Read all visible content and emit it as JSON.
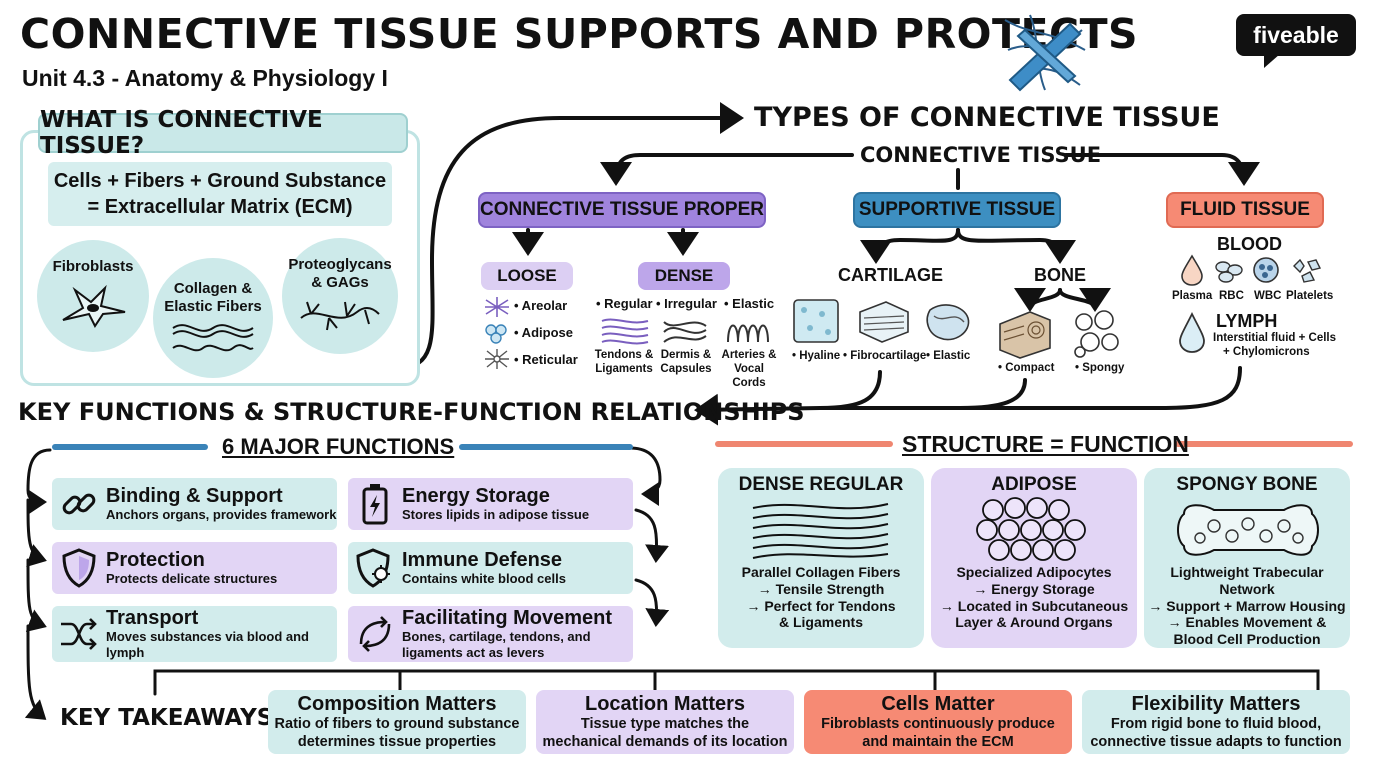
{
  "header": {
    "title": "CONNECTIVE TISSUE SUPPORTS AND PROTECTS",
    "subtitle": "Unit 4.3 - Anatomy & Physiology I",
    "brand": "fiveable"
  },
  "what_is": {
    "heading": "WHAT IS CONNECTIVE TISSUE?",
    "equation_line1": "Cells + Fibers + Ground Substance",
    "equation_line2": "= Extracellular Matrix (ECM)",
    "components": [
      "Fibroblasts",
      "Collagen &\nElastic Fibers",
      "Proteoglycans\n& GAGs"
    ]
  },
  "types": {
    "heading": "TYPES OF CONNECTIVE TISSUE",
    "root": "CONNECTIVE TISSUE",
    "proper": {
      "label": "CONNECTIVE TISSUE PROPER",
      "loose": {
        "label": "LOOSE",
        "items": [
          "• Areolar",
          "• Adipose",
          "• Reticular"
        ]
      },
      "dense": {
        "label": "DENSE",
        "items": [
          {
            "name": "• Regular",
            "example": "Tendons &\nLigaments"
          },
          {
            "name": "• Irregular",
            "example": "Dermis &\nCapsules"
          },
          {
            "name": "• Elastic",
            "example": "Arteries &\nVocal Cords"
          }
        ]
      }
    },
    "supportive": {
      "label": "SUPPORTIVE TISSUE",
      "cartilage": {
        "label": "CARTILAGE",
        "items": [
          "• Hyaline",
          "• Fibrocartilage",
          "• Elastic"
        ]
      },
      "bone": {
        "label": "BONE",
        "items": [
          "• Compact",
          "• Spongy"
        ]
      }
    },
    "fluid": {
      "label": "FLUID TISSUE",
      "blood": {
        "label": "BLOOD",
        "items": [
          "Plasma",
          "RBC",
          "WBC",
          "Platelets"
        ]
      },
      "lymph": {
        "label": "LYMPH",
        "desc_line1": "Interstitial fluid + Cells",
        "desc_line2": "+ Chylomicrons"
      }
    }
  },
  "functions": {
    "heading": "KEY FUNCTIONS & STRUCTURE-FUNCTION RELATIONSHIPS",
    "six_heading": "6 MAJOR FUNCTIONS",
    "items": [
      {
        "title": "Binding & Support",
        "desc": "Anchors organs, provides framework",
        "icon": "chain-link-icon"
      },
      {
        "title": "Energy Storage",
        "desc": "Stores lipids in adipose tissue",
        "icon": "battery-icon"
      },
      {
        "title": "Protection",
        "desc": "Protects delicate structures",
        "icon": "shield-icon"
      },
      {
        "title": "Immune Defense",
        "desc": "Contains white blood cells",
        "icon": "shield-virus-icon"
      },
      {
        "title": "Transport",
        "desc": "Moves substances via blood and lymph",
        "icon": "shuffle-arrows-icon"
      },
      {
        "title": "Facilitating Movement",
        "desc": "Bones, cartilage, tendons, and\nligaments act as levers",
        "icon": "movement-arrows-icon"
      }
    ]
  },
  "structure_function": {
    "heading": "STRUCTURE = FUNCTION",
    "cards": [
      {
        "title": "DENSE REGULAR",
        "lines": [
          "Parallel Collagen Fibers",
          "→ Tensile Strength",
          "→ Perfect for Tendons",
          "& Ligaments"
        ]
      },
      {
        "title": "ADIPOSE",
        "lines": [
          "Specialized Adipocytes",
          "→ Energy Storage",
          "→ Located in Subcutaneous",
          "Layer & Around Organs"
        ]
      },
      {
        "title": "SPONGY BONE",
        "lines": [
          "Lightweight Trabecular Network",
          "→ Support + Marrow Housing",
          "→ Enables Movement &",
          "Blood Cell Production"
        ]
      }
    ]
  },
  "takeaways": {
    "heading": "KEY TAKEAWAYS",
    "cards": [
      {
        "title": "Composition Matters",
        "desc": "Ratio of fibers to ground substance\ndetermines tissue properties"
      },
      {
        "title": "Location Matters",
        "desc": "Tissue type matches the\nmechanical demands of its location"
      },
      {
        "title": "Cells Matter",
        "desc": "Fibroblasts continuously produce\nand maintain the ECM"
      },
      {
        "title": "Flexibility Matters",
        "desc": "From rigid bone to fluid blood,\nconnective tissue adapts to function"
      }
    ]
  },
  "colors": {
    "teal": "#d2ecec",
    "purple": "#e2d5f5",
    "blue": "#3d8fc1",
    "coral": "#f68a74"
  }
}
